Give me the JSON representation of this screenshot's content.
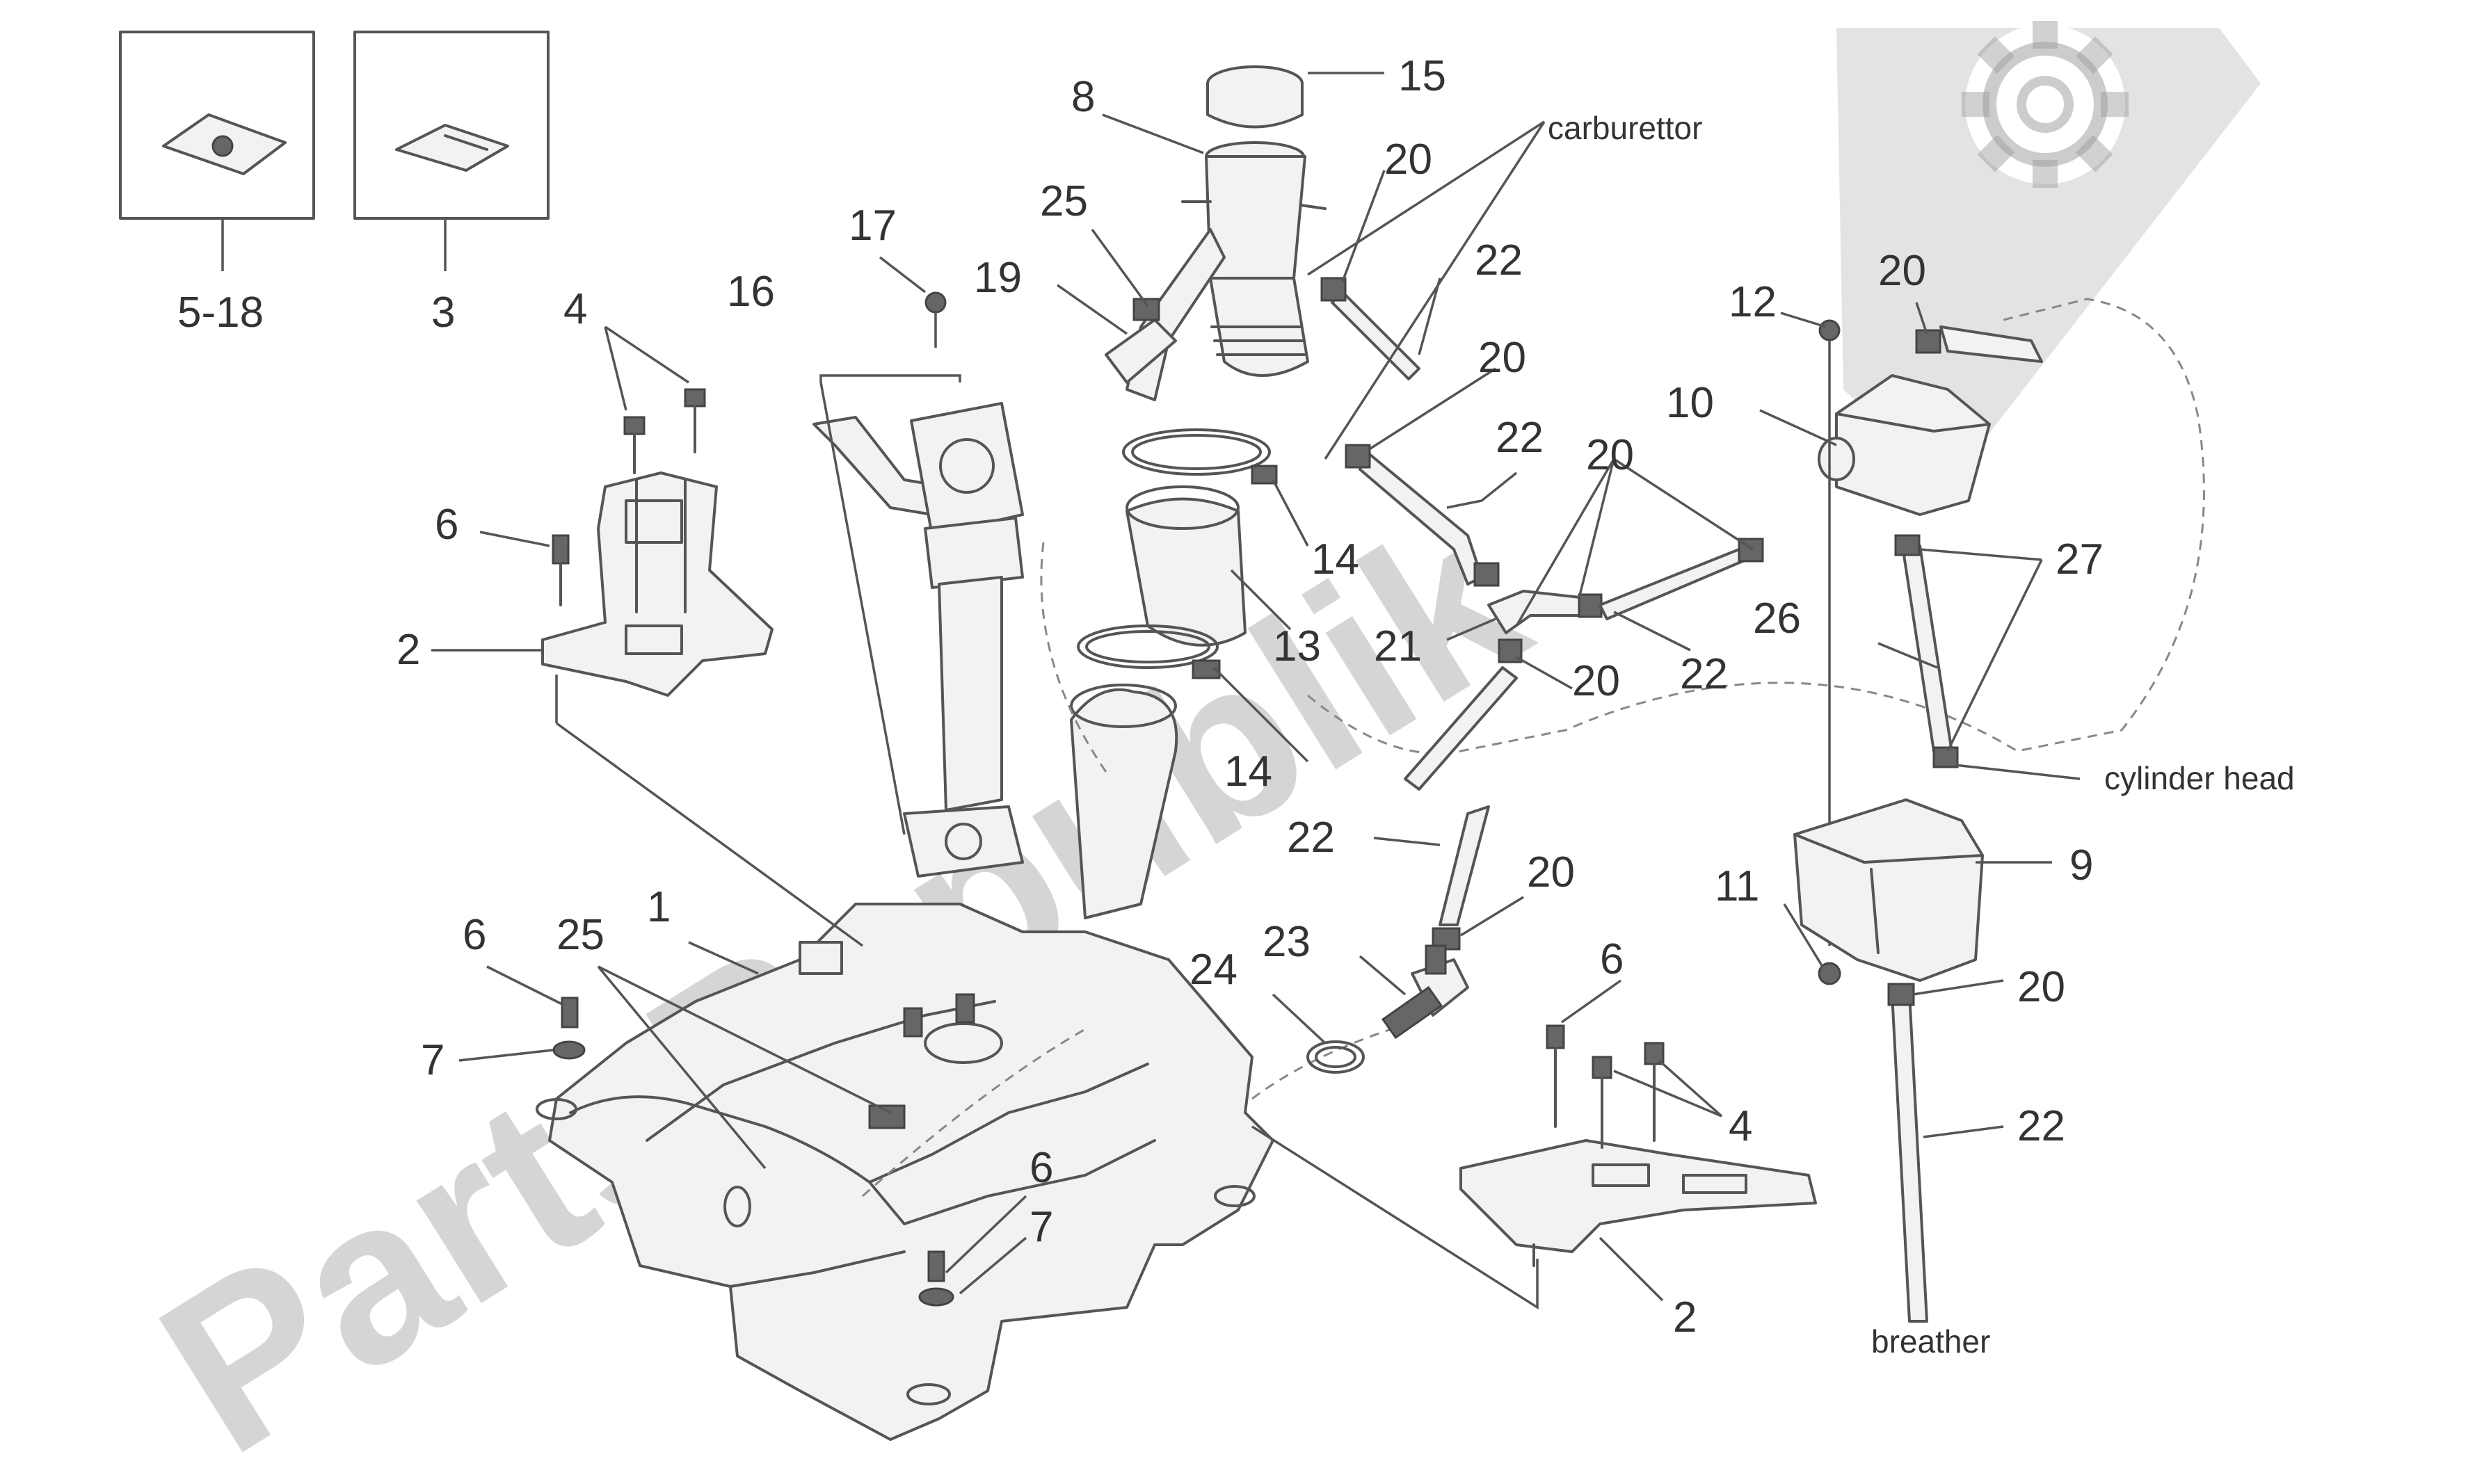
{
  "diagram": {
    "callouts": {
      "c_5_18": "5-18",
      "c_3": "3",
      "c_4_left": "4",
      "c_6_left_upper": "6",
      "c_2_left": "2",
      "c_16": "16",
      "c_17": "17",
      "c_19": "19",
      "c_25_upper": "25",
      "c_8": "8",
      "c_15": "15",
      "c_20_top": "20",
      "c_22_top": "22",
      "c_20_mid1": "20",
      "c_22_mid": "22",
      "c_20_mid2": "20",
      "c_14_upper": "14",
      "c_13": "13",
      "c_21": "21",
      "c_20_mid3": "20",
      "c_22_right_mid": "22",
      "c_14_lower": "14",
      "c_22_lower": "22",
      "c_20_lower": "20",
      "c_23": "23",
      "c_24": "24",
      "c_6_left_lower": "6",
      "c_25_lower": "25",
      "c_1": "1",
      "c_7_left": "7",
      "c_6_center": "6",
      "c_7_center": "7",
      "c_6_right": "6",
      "c_4_right": "4",
      "c_2_right": "2",
      "c_12": "12",
      "c_20_right_top": "20",
      "c_10": "10",
      "c_27": "27",
      "c_26": "26",
      "c_9": "9",
      "c_11": "11",
      "c_20_right_lower": "20",
      "c_22_right_lower": "22"
    },
    "labels": {
      "carburettor": "carburettor",
      "cylinder_head": "cylinder head",
      "breather": "breather"
    },
    "watermark": "PartsRepublik",
    "watermark_color": "#9a9a9a",
    "icon": "gear-icon"
  }
}
